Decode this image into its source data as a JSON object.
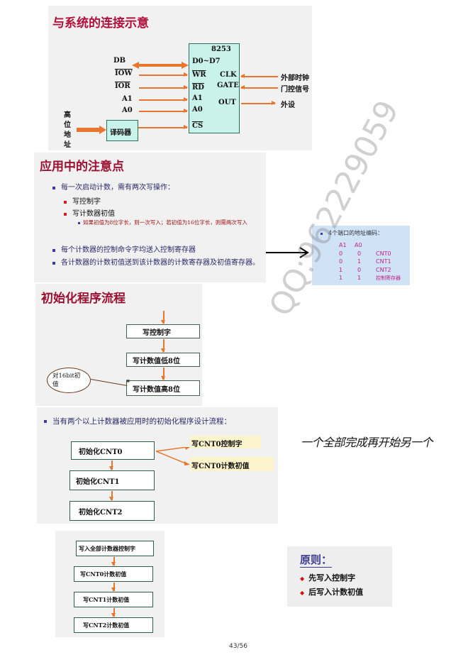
{
  "slide1": {
    "title": "与系统的连接示意",
    "chip": "8253",
    "db": "DB",
    "left_signals": [
      "IOW",
      "IOR",
      "A1",
      "A0"
    ],
    "chip_pins_left": [
      "D0~D7",
      "WR",
      "RD",
      "A1",
      "A0",
      "CS"
    ],
    "chip_pins_right": [
      "CLK",
      "GATE",
      "OUT"
    ],
    "right_labels": [
      "外部时钟",
      "门控信号",
      "外设"
    ],
    "decoder": "译码器",
    "high_addr": "高位地址"
  },
  "slide2": {
    "title": "应用中的注意点",
    "b1": "每一次启动计数，需有两次写操作：",
    "b1a": "写控制字",
    "b1b": "写计数器初值",
    "b1b_note": "如果初值为8位字长，则一次写入；若初值为16位字长，则需两次写入",
    "b2": "每个计数器的控制命令字均送入控制寄存器",
    "b3": "各计数器的计数初值送到该计数器的计数寄存器及初值寄存器。"
  },
  "addr_table": {
    "title": "4个端口的地址编码：",
    "headers": [
      "A1",
      "A0"
    ],
    "rows": [
      [
        "0",
        "0",
        "CNT0"
      ],
      [
        "0",
        "1",
        "CNT1"
      ],
      [
        "1",
        "0",
        "CNT2"
      ],
      [
        "1",
        "1",
        "控制寄存器"
      ]
    ]
  },
  "slide3": {
    "title": "初始化程序流程",
    "steps": [
      "写控制字",
      "写计数值低8位",
      "写计数值高8位"
    ],
    "note": "对16bit初值",
    "star": "*"
  },
  "slide4": {
    "heading": "当有两个以上计数器被应用时的初始化程序设计流程：",
    "steps": [
      "初始化CNT0",
      "初始化CNT1",
      "初始化CNT2"
    ],
    "sub": [
      "写CNT0控制字",
      "写CNT0计数初值"
    ]
  },
  "slide5": {
    "steps": [
      "写入全部计数器控制字",
      "写CNT0计数初值",
      "写CNT1计数初值",
      "写CNT2计数初值"
    ]
  },
  "principle": {
    "title": "原则：",
    "items": [
      "先写入控制字",
      "后写入计数初值"
    ]
  },
  "handwritten_note": "一个全部完成再开始另一个",
  "watermark": "QQ:962229059",
  "page_number": "43/56"
}
